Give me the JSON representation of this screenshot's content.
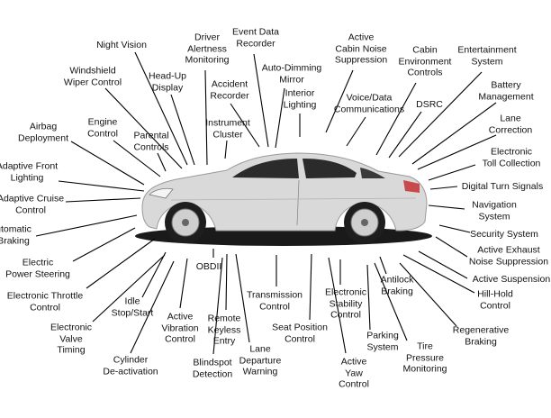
{
  "diagram": {
    "labels": [
      {
        "id": "night-vision",
        "text": "Night Vision"
      },
      {
        "id": "driver-alertness",
        "text": "Driver\nAlertness\nMonitoring"
      },
      {
        "id": "event-data-recorder",
        "text": "Event Data\nRecorder"
      },
      {
        "id": "active-cabin-noise",
        "text": "Active\nCabin Noise\nSuppression"
      },
      {
        "id": "cabin-environment",
        "text": "Cabin\nEnvironment\nControls"
      },
      {
        "id": "entertainment",
        "text": "Entertainment\nSystem"
      },
      {
        "id": "windshield-wiper",
        "text": "Windshield\nWiper Control"
      },
      {
        "id": "head-up-display",
        "text": "Head-Up\nDisplay"
      },
      {
        "id": "auto-dimming-mirror",
        "text": "Auto-Dimming\nMirror"
      },
      {
        "id": "accident-recorder",
        "text": "Accident\nRecorder"
      },
      {
        "id": "interior-lighting",
        "text": "Interior\nLighting"
      },
      {
        "id": "battery-management",
        "text": "Battery\nManagement"
      },
      {
        "id": "voice-data",
        "text": "Voice/Data\nCommunications"
      },
      {
        "id": "dsrc",
        "text": "DSRC"
      },
      {
        "id": "airbag",
        "text": "Airbag\nDeployment"
      },
      {
        "id": "engine-control",
        "text": "Engine\nControl"
      },
      {
        "id": "instrument-cluster",
        "text": "Instrument\nCluster"
      },
      {
        "id": "parental-controls",
        "text": "Parental\nControls"
      },
      {
        "id": "lane-correction",
        "text": "Lane\nCorrection"
      },
      {
        "id": "adaptive-front-lighting",
        "text": "Adaptive Front\nLighting"
      },
      {
        "id": "electronic-toll",
        "text": "Electronic\nToll Collection"
      },
      {
        "id": "digital-turn-signals",
        "text": "Digital Turn Signals"
      },
      {
        "id": "adaptive-cruise",
        "text": "Adaptive Cruise\nControl"
      },
      {
        "id": "navigation",
        "text": "Navigation\nSystem"
      },
      {
        "id": "automatic-braking",
        "text": "utomatic\nBraking"
      },
      {
        "id": "security-system",
        "text": "Security System"
      },
      {
        "id": "active-exhaust",
        "text": "Active Exhaust\nNoise Suppression"
      },
      {
        "id": "electric-power-steering",
        "text": "Electric\nPower Steering"
      },
      {
        "id": "active-suspension",
        "text": "Active Suspension"
      },
      {
        "id": "antilock-braking",
        "text": "Antilock\nBraking"
      },
      {
        "id": "hill-hold",
        "text": "Hill-Hold\nControl"
      },
      {
        "id": "electronic-throttle",
        "text": "Electronic Throttle\nControl"
      },
      {
        "id": "obdii",
        "text": "OBDII"
      },
      {
        "id": "transmission-control",
        "text": "Transmission\nControl"
      },
      {
        "id": "electronic-stability",
        "text": "Electronic\nStability\nControl"
      },
      {
        "id": "idle-stop-start",
        "text": "Idle\nStop/Start"
      },
      {
        "id": "regenerative-braking",
        "text": "Regenerative\nBraking"
      },
      {
        "id": "active-vibration",
        "text": "Active\nVibration\nControl"
      },
      {
        "id": "remote-keyless",
        "text": "Remote\nKeyless\nEntry"
      },
      {
        "id": "seat-position",
        "text": "Seat Position\nControl"
      },
      {
        "id": "parking-system",
        "text": "Parking\nSystem"
      },
      {
        "id": "electronic-valve-timing",
        "text": "Electronic\nValve\nTiming"
      },
      {
        "id": "lane-departure",
        "text": "Lane\nDeparture\nWarning"
      },
      {
        "id": "tire-pressure",
        "text": "Tire\nPressure\nMonitoring"
      },
      {
        "id": "cylinder-deactivation",
        "text": "Cylinder\nDe-activation"
      },
      {
        "id": "blindspot-detection",
        "text": "Blindspot\nDetection"
      },
      {
        "id": "active-yaw",
        "text": "Active\nYaw\nControl"
      }
    ]
  },
  "colors": {
    "text": "#111111",
    "leader": "#000000",
    "car_body": "#d9d9d9",
    "car_shadow": "#1a1a1a",
    "glass": "#2b2b2b"
  }
}
